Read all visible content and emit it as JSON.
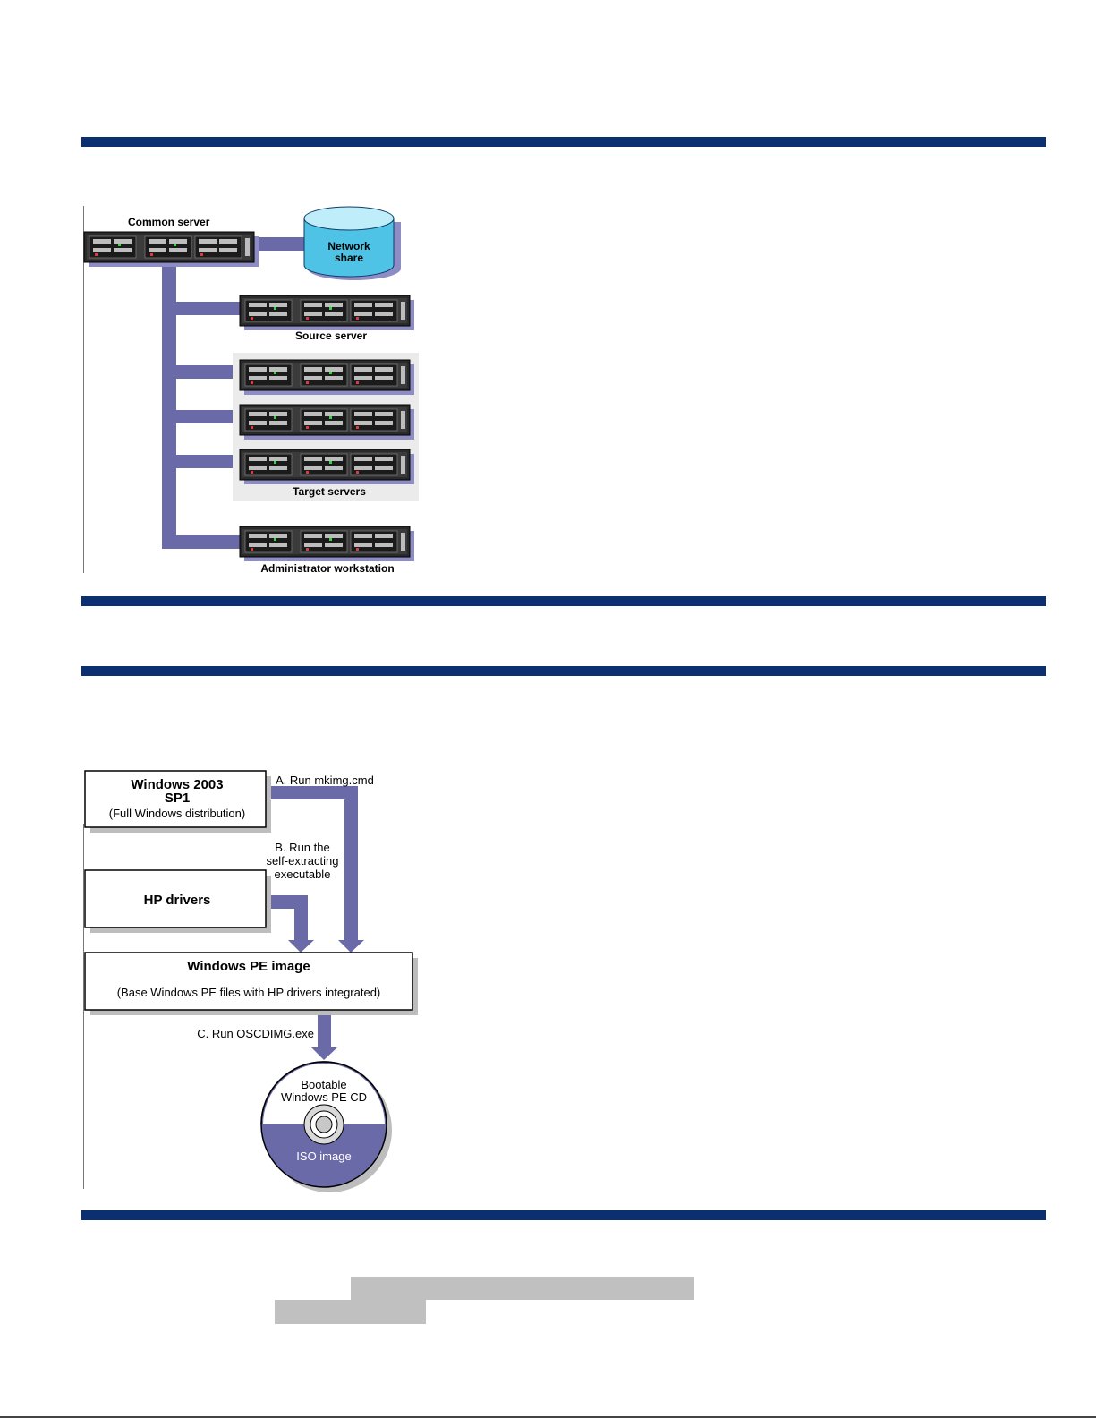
{
  "figure1": {
    "common_server": "Common server",
    "network_share_line1": "Network",
    "network_share_line2": "share",
    "source_server": "Source server",
    "target_servers": "Target servers",
    "admin_workstation": "Administrator workstation"
  },
  "figure2": {
    "win2003_line1": "Windows 2003",
    "win2003_line2": "SP1",
    "win2003_line3": "(Full Windows distribution)",
    "step_a": "A. Run mkimg.cmd",
    "step_b_line1": "B. Run the",
    "step_b_line2": "self-extracting",
    "step_b_line3": "executable",
    "hp_drivers": "HP drivers",
    "winpe_title": "Windows PE image",
    "winpe_sub": "(Base Windows PE files with HP drivers integrated)",
    "step_c": "C. Run OSCDIMG.exe",
    "cd_line1": "Bootable",
    "cd_line2": "Windows PE CD",
    "cd_iso": "ISO image"
  },
  "colors": {
    "rule_blue": "#0a3072",
    "connector_purple": "#6b6aa8",
    "disk_cyan": "#4ec3e6"
  }
}
